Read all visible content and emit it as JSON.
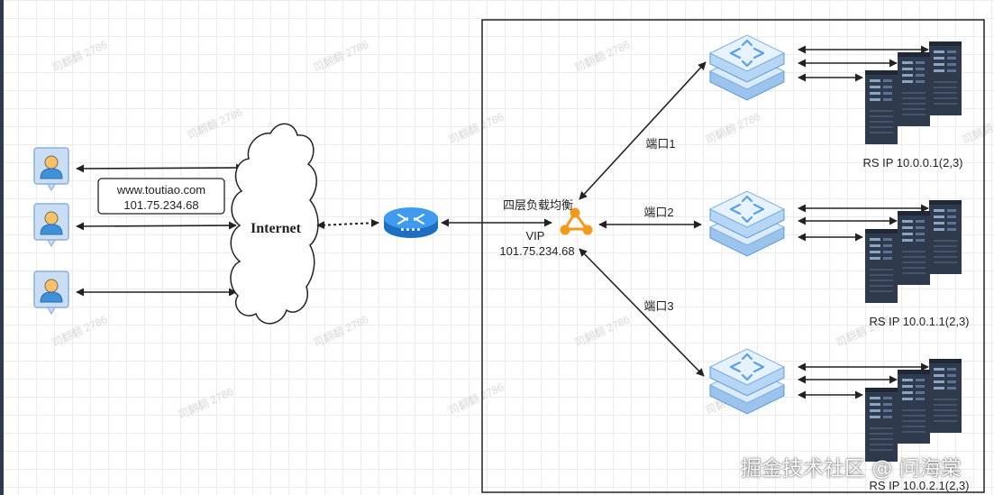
{
  "domain_url": "www.toutiao.com",
  "domain_ip": "101.75.234.68",
  "internet_label": "Internet",
  "lb_title": "四层负载均衡",
  "vip_label": "VIP",
  "vip_ip": "101.75.234.68",
  "ports": [
    "端口1",
    "端口2",
    "端口3"
  ],
  "real_server_labels": [
    "RS IP 10.0.0.1(2,3)",
    "RS IP 10.0.1.1(2,3)",
    "RS IP 10.0.2.1(2,3)"
  ],
  "background_watermark": "司翻翻 2786",
  "footer_watermark": "掘金技术社区 @ 问海棠",
  "colors": {
    "user_icon_bg": "#c9ddf4",
    "user_icon_border": "#8bb0dc",
    "user_head": "#f6c16a",
    "switch_light": "#d9ebfc",
    "switch_dark": "#9cc3ec",
    "router_blue": "#2f8de4",
    "lb_orange": "#f39a1c",
    "server_dark": "#2f3b4c",
    "server_light": "#8aa4c2"
  }
}
